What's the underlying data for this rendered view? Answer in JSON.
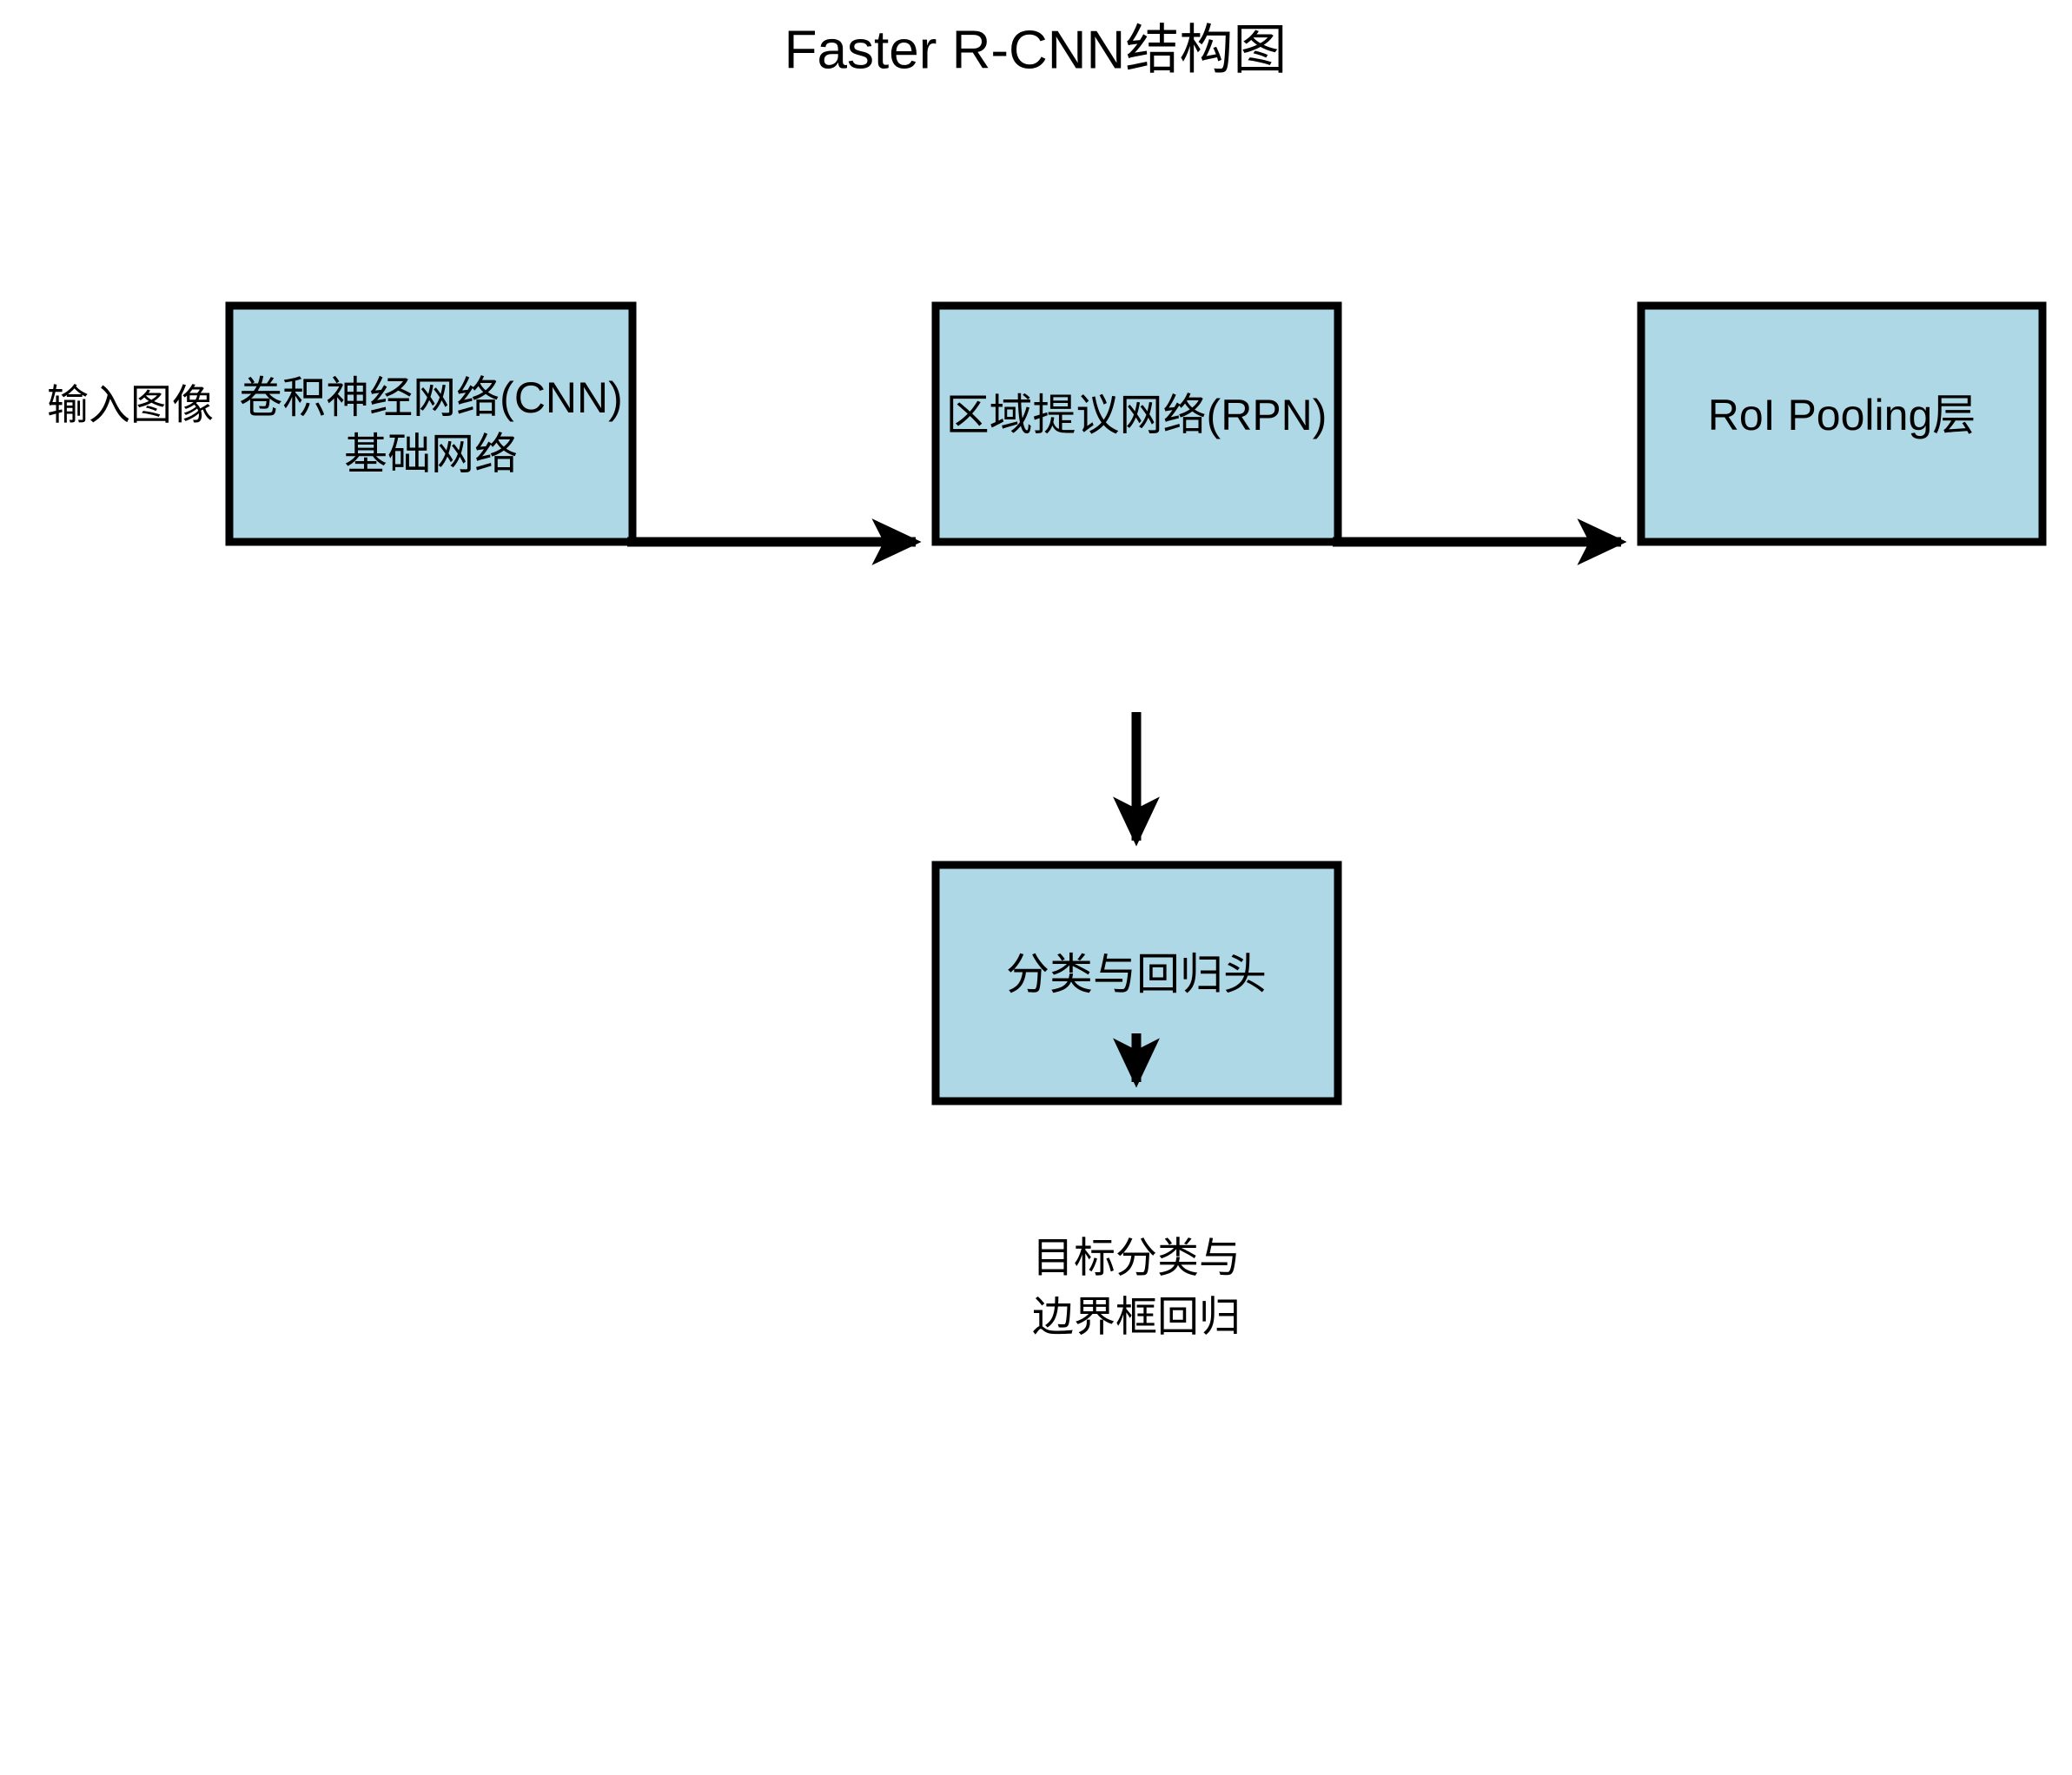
{
  "diagram": {
    "title": "Faster R-CNN结构图",
    "type": "flowchart",
    "background_color": "#ffffff",
    "node_fill_color": "#aed8e6",
    "node_stroke_color": "#000000",
    "text_color": "#000000",
    "nodes": [
      {
        "id": "backbone",
        "label_line1": "卷积神经网络(CNN)",
        "label_line2": "基础网络"
      },
      {
        "id": "rpn",
        "label_line1": "区域提议网络(RPN)",
        "label_line2": ""
      },
      {
        "id": "roipooling",
        "label_line1": "RoI Pooling层",
        "label_line2": ""
      },
      {
        "id": "head",
        "label_line1": "分类与回归头",
        "label_line2": ""
      }
    ],
    "edge_labels": {
      "input": "输入图像"
    },
    "caption": {
      "line1": "目标分类与",
      "line2": "边界框回归"
    },
    "edges": [
      {
        "from": "backbone",
        "to": "rpn",
        "direction": "right"
      },
      {
        "from": "rpn",
        "to": "roipooling",
        "direction": "right"
      },
      {
        "from": "rpn",
        "to": "head",
        "direction": "down"
      },
      {
        "from": "head",
        "to": "output",
        "direction": "down"
      }
    ]
  }
}
